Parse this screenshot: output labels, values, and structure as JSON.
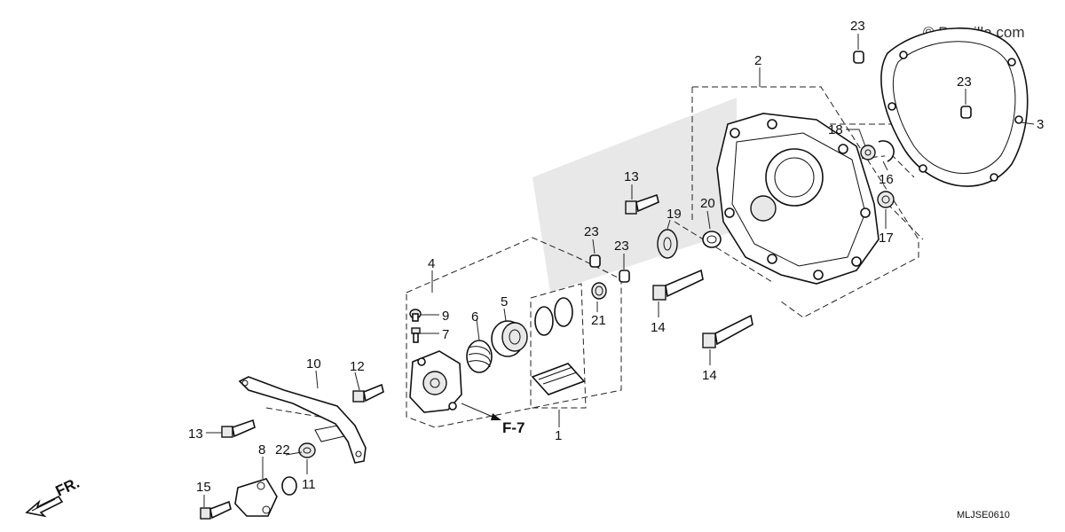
{
  "watermark": "© Partzilla.com",
  "diagram_code": "MLJSE0610",
  "direction_label": "FR.",
  "reference_label": "F-7",
  "callouts": {
    "c1": "1",
    "c2": "2",
    "c3": "3",
    "c4": "4",
    "c5": "5",
    "c6": "6",
    "c7": "7",
    "c8": "8",
    "c9": "9",
    "c10": "10",
    "c11": "11",
    "c12": "12",
    "c13a": "13",
    "c13b": "13",
    "c14a": "14",
    "c14b": "14",
    "c15": "15",
    "c16": "16",
    "c17": "17",
    "c18": "18",
    "c19": "19",
    "c20": "20",
    "c21": "21",
    "c22": "22",
    "c23a": "23",
    "c23b": "23",
    "c23c": "23",
    "c23d": "23"
  }
}
